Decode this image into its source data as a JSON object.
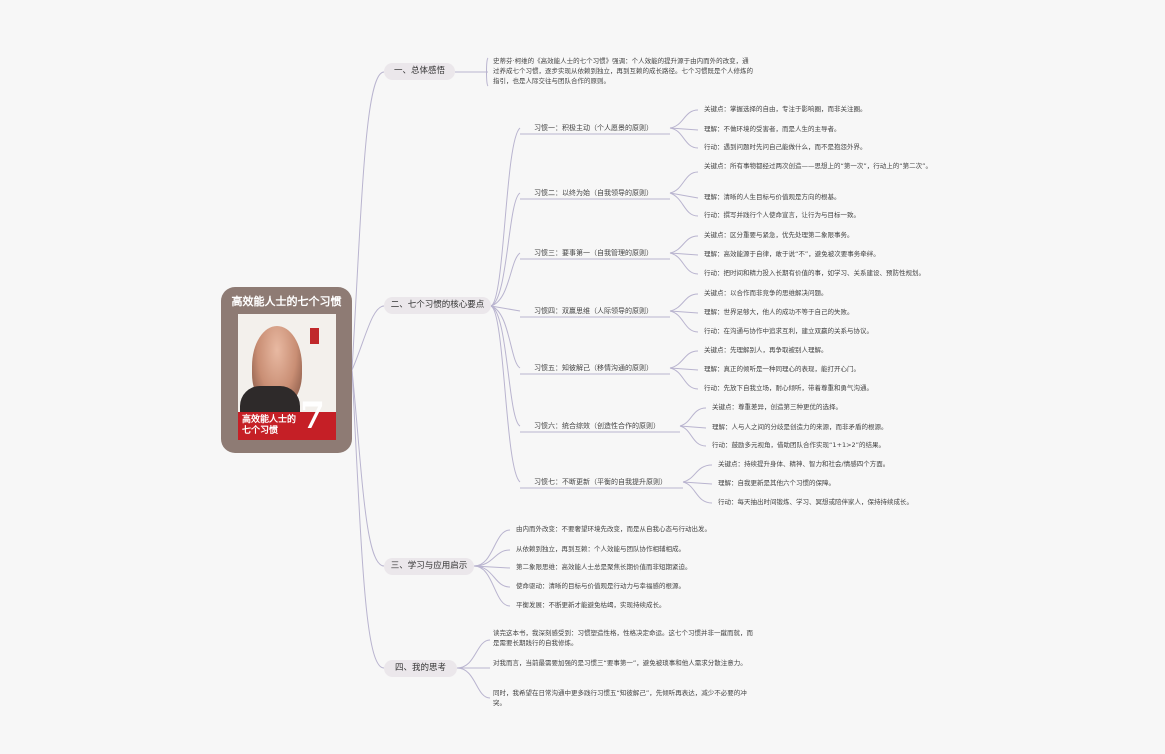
{
  "root": {
    "title": "高效能人士的七个习惯",
    "cover_title": "高效能人士的七个习惯",
    "cover_number": "7"
  },
  "branches": [
    {
      "label": "一、总体感悟",
      "summary": "史蒂芬·柯维的《高效能人士的七个习惯》强调：个人效能的提升源于由内而外的改变，通过养成七个习惯，逐步实现从依赖到独立，再到互赖的成长路径。七个习惯既是个人修炼的指引，也是人际交往与团队合作的原则。"
    },
    {
      "label": "二、七个习惯的核心要点",
      "habits": [
        {
          "label": "习惯一：积极主动（个人愿景的原则）",
          "points": [
            "关键点：掌握选择的自由，专注于影响圈，而非关注圈。",
            "理解：不做环境的受害者，而是人生的主导者。",
            "行动：遇到问题时先问自己能做什么，而不是抱怨外界。"
          ]
        },
        {
          "label": "习惯二：以终为始（自我领导的原则）",
          "points": [
            "关键点：所有事物都经过两次创造——思想上的“第一次”，行动上的“第二次”。",
            "理解：清晰的人生目标与价值观是方向的根基。",
            "行动：撰写并践行个人使命宣言，让行为与目标一致。"
          ]
        },
        {
          "label": "习惯三：要事第一（自我管理的原则）",
          "points": [
            "关键点：区分重要与紧急，优先处理第二象限事务。",
            "理解：高效能源于自律，敢于说“不”，避免被次要事务牵绊。",
            "行动：把时间和精力投入长期有价值的事，如学习、关系建设、预防性规划。"
          ]
        },
        {
          "label": "习惯四：双赢思维（人际领导的原则）",
          "points": [
            "关键点：以合作而非竞争的思维解决问题。",
            "理解：世界足够大，他人的成功不等于自己的失败。",
            "行动：在沟通与协作中追求互利，建立双赢的关系与协议。"
          ]
        },
        {
          "label": "习惯五：知彼解己（移情沟通的原则）",
          "points": [
            "关键点：先理解别人，再争取被别人理解。",
            "理解：真正的倾听是一种同理心的表现，能打开心门。",
            "行动：先放下自我立场，耐心倾听，带着尊重和勇气沟通。"
          ]
        },
        {
          "label": "习惯六：统合综效（创造性合作的原则）",
          "points": [
            "关键点：尊重差异，创造第三种更优的选择。",
            "理解：人与人之间的分歧是创造力的来源，而非矛盾的根源。",
            "行动：鼓励多元视角，借助团队合作实现“1+1>2”的结果。"
          ]
        },
        {
          "label": "习惯七：不断更新（平衡的自我提升原则）",
          "points": [
            "关键点：持续提升身体、精神、智力和社会/情感四个方面。",
            "理解：自我更新是其他六个习惯的保障。",
            "行动：每天抽出时间锻炼、学习、冥想或陪伴家人，保持持续成长。"
          ]
        }
      ]
    },
    {
      "label": "三、学习与应用启示",
      "items": [
        "由内而外改变：不要奢望环境先改变，而是从自我心态与行动出发。",
        "从依赖到独立，再到互赖：个人效能与团队协作相辅相成。",
        "第二象限思维：高效能人士总是聚焦长期价值而非短期紧迫。",
        "使命驱动：清晰的目标与价值观是行动力与幸福感的根源。",
        "平衡发展：不断更新才能避免枯竭，实现持续成长。"
      ]
    },
    {
      "label": "四、我的思考",
      "items": [
        "读完这本书，我深刻感受到：习惯塑造性格，性格决定命运。这七个习惯并非一蹴而就，而是需要长期践行的自我修炼。",
        "对我而言，当前最需要加强的是习惯三“要事第一”，避免被琐事和他人需求分散注意力。",
        "同时，我希望在日常沟通中更多践行习惯五“知彼解己”，先倾听再表达，减少不必要的冲突。"
      ]
    }
  ],
  "colors": {
    "line": "#b9b4cf",
    "node": "#ebe7eb",
    "root": "#8e7b74",
    "cover_red": "#c51f26"
  }
}
